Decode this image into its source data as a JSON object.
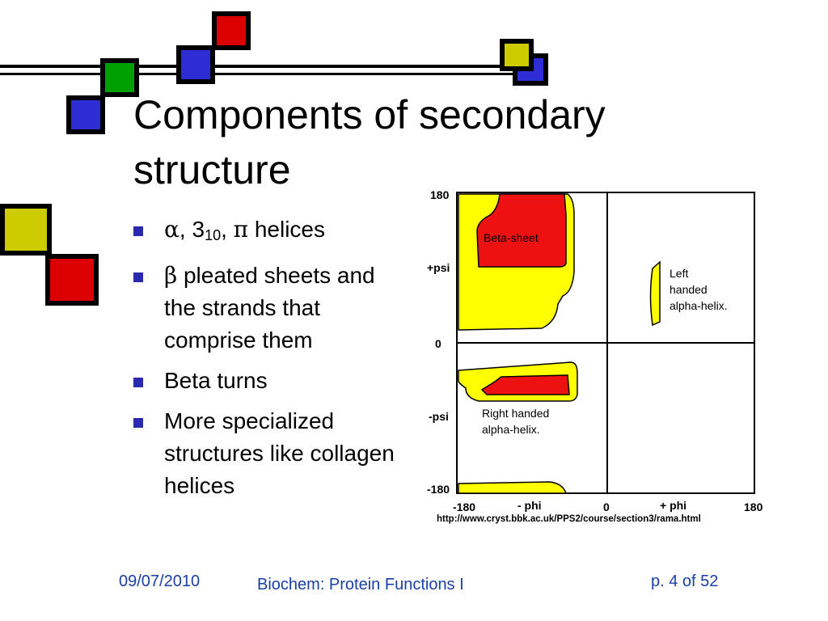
{
  "slide": {
    "title_line1": "Components of secondary",
    "title_line2": "structure",
    "bullets": [
      {
        "greek1": "α",
        "sep1": ", 3",
        "sub": "10",
        "sep2": ", ",
        "greek2": "π",
        "rest": " helices"
      },
      {
        "greek": "β",
        "text": " pleated sheets and the strands that comprise them"
      },
      {
        "text": "Beta turns"
      },
      {
        "text": "More specialized structures like collagen helices"
      }
    ],
    "footer": {
      "date": "09/07/2010",
      "course": "Biochem: Protein Functions I",
      "page": "p. 4 of 52"
    }
  },
  "chart_data": {
    "type": "region-map",
    "y_ticks": [
      "180",
      "+psi",
      "0",
      "-psi",
      "-180"
    ],
    "x_ticks": [
      "-180",
      "- phi",
      "0",
      "+ phi",
      "180"
    ],
    "regions": [
      {
        "label": "Beta-sheet"
      },
      {
        "label_lines": [
          "Left",
          "handed",
          "alpha-helix."
        ]
      },
      {
        "label_lines": [
          "Right handed",
          "alpha-helix."
        ]
      }
    ],
    "source_url": "http://www.cryst.bbk.ac.uk/PPS2/course/section3/rama.html",
    "colors": {
      "allowed": "#ffff00",
      "core": "#ee1111",
      "outline": "#000000"
    }
  },
  "decor_colors": {
    "red": "#dd0000",
    "blue": "#2d2dd6",
    "green": "#00a000",
    "yellow": "#cccc00"
  }
}
